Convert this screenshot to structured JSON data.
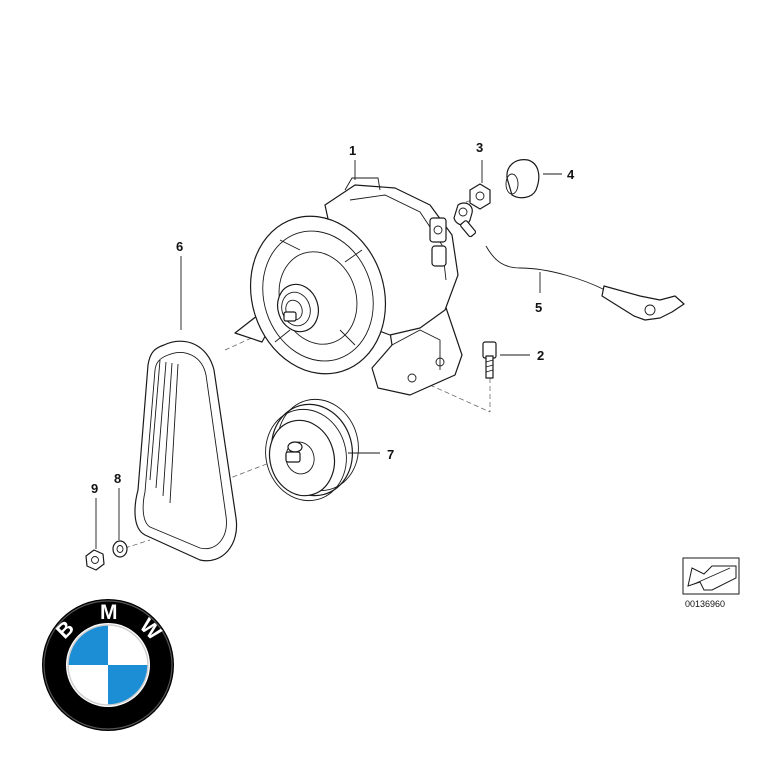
{
  "diagram": {
    "callouts": [
      {
        "id": "1",
        "label": "1"
      },
      {
        "id": "2",
        "label": "2"
      },
      {
        "id": "3",
        "label": "3"
      },
      {
        "id": "4",
        "label": "4"
      },
      {
        "id": "5",
        "label": "5"
      },
      {
        "id": "6",
        "label": "6"
      },
      {
        "id": "7",
        "label": "7"
      },
      {
        "id": "8",
        "label": "8"
      },
      {
        "id": "9",
        "label": "9"
      }
    ],
    "reference_code": "00136960"
  },
  "logo": {
    "brand": "BMW",
    "letters": [
      "B",
      "M",
      "W"
    ],
    "colors": {
      "ring": "#000000",
      "blue": "#1c8ed6",
      "white": "#ffffff"
    }
  }
}
